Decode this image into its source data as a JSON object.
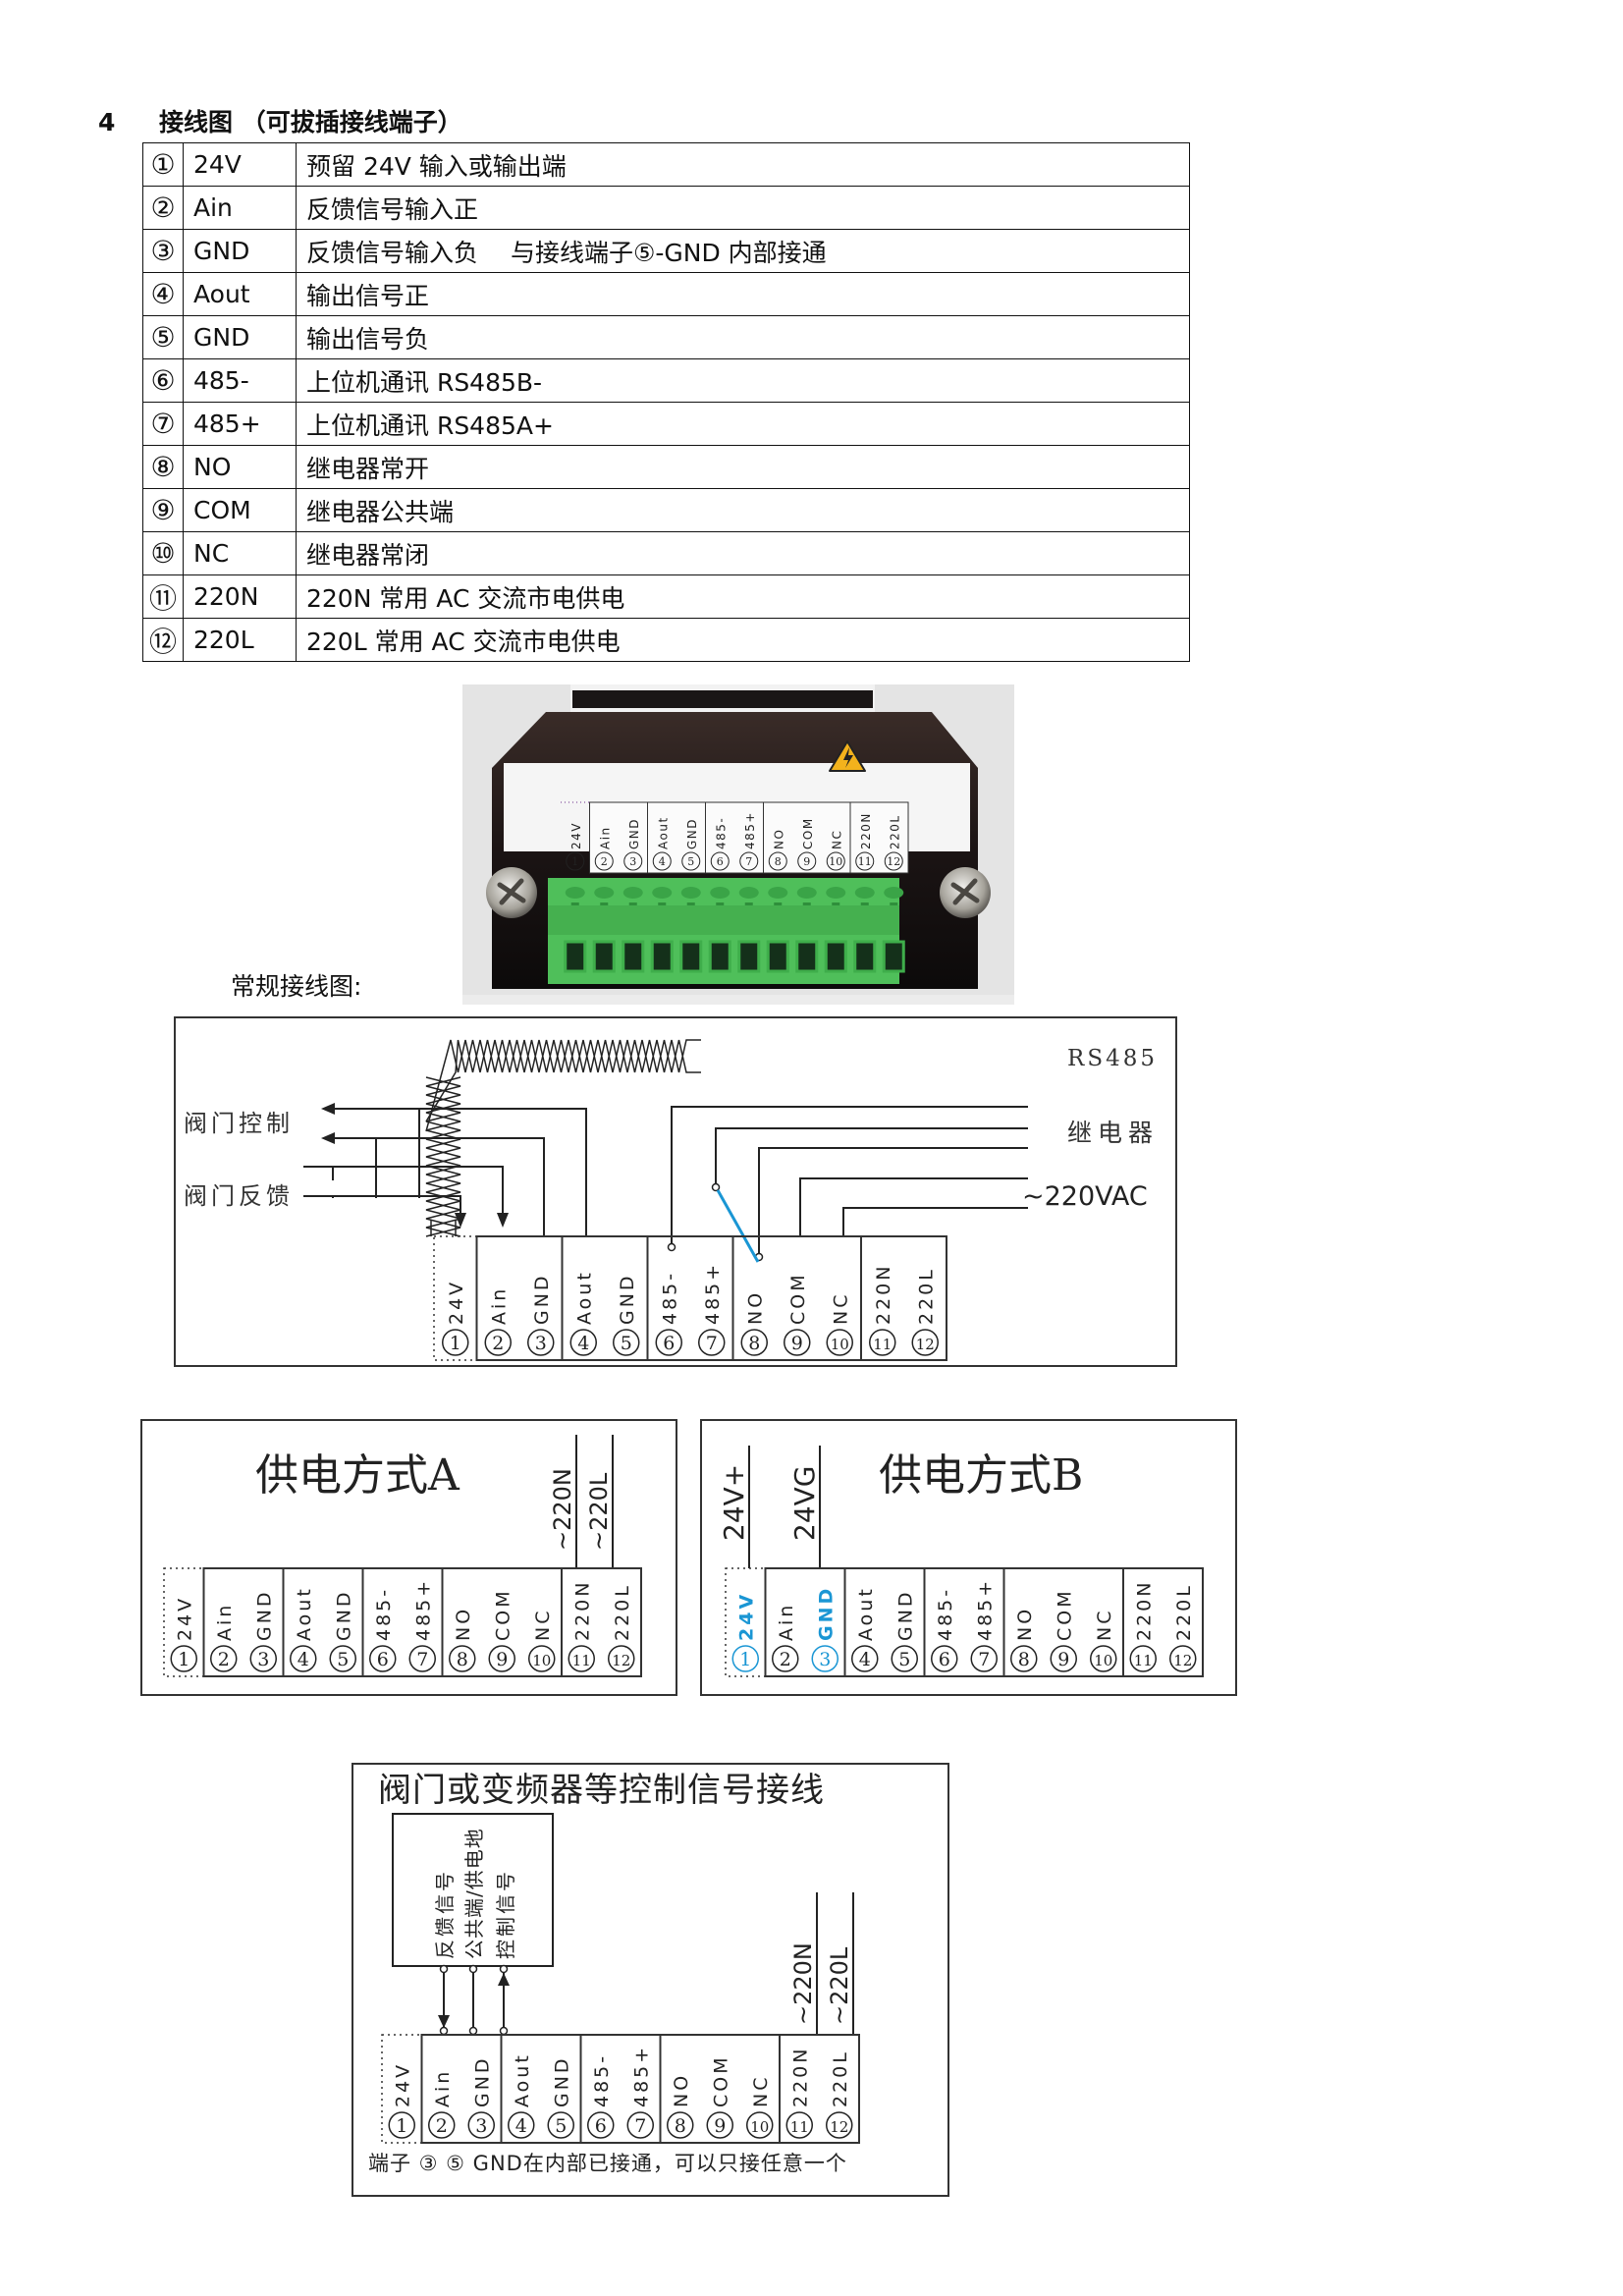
{
  "section": {
    "number": "4",
    "title": "接线图 （可拔插接线端子）"
  },
  "pin_table": {
    "rows": [
      {
        "num": "①",
        "name": "24V",
        "desc": "预留 24V 输入或输出端"
      },
      {
        "num": "②",
        "name": "Ain",
        "desc": "反馈信号输入正"
      },
      {
        "num": "③",
        "name": "GND",
        "desc": "反馈信号输入负　 与接线端子⑤-GND 内部接通"
      },
      {
        "num": "④",
        "name": "Aout",
        "desc": "输出信号正"
      },
      {
        "num": "⑤",
        "name": "GND",
        "desc": "输出信号负"
      },
      {
        "num": "⑥",
        "name": "485-",
        "desc": "上位机通讯 RS485B-"
      },
      {
        "num": "⑦",
        "name": "485+",
        "desc": "上位机通讯 RS485A+"
      },
      {
        "num": "⑧",
        "name": "NO",
        "desc": "继电器常开"
      },
      {
        "num": "⑨",
        "name": "COM",
        "desc": "继电器公共端"
      },
      {
        "num": "⑩",
        "name": "NC",
        "desc": "继电器常闭"
      },
      {
        "num": "⑪",
        "name": "220N",
        "desc": "220N 常用 AC 交流市电供电"
      },
      {
        "num": "⑫",
        "name": "220L",
        "desc": "220L 常用 AC 交流市电供电"
      }
    ]
  },
  "photo": {
    "terminal_labels": [
      "24V",
      "Ain",
      "GND",
      "Aout",
      "GND",
      "485-",
      "485+",
      "NO",
      "COM",
      "NC",
      "220N",
      "220L"
    ],
    "terminal_numbers": [
      "1",
      "2",
      "3",
      "4",
      "5",
      "6",
      "7",
      "8",
      "9",
      "10",
      "11",
      "12"
    ],
    "warning_icon": "high-voltage-warning",
    "connector_color": "#4fbf5a"
  },
  "caption": "常规接线图:",
  "terminals": {
    "labels": [
      "24V",
      "Ain",
      "GND",
      "Aout",
      "GND",
      "485-",
      "485+",
      "NO",
      "COM",
      "NC",
      "220N",
      "220L"
    ],
    "numbers": [
      "1",
      "2",
      "3",
      "4",
      "5",
      "6",
      "7",
      "8",
      "9",
      "10",
      "11",
      "12"
    ]
  },
  "diagram_standard": {
    "valve_control": "阀门控制",
    "valve_feedback": "阀门反馈",
    "rs485": "RS485",
    "relay": "继电器",
    "ac220": "~220VAC",
    "relay_link_color": "#1a96d4"
  },
  "diagram_power_a": {
    "title": "供电方式A",
    "wire_labels": [
      "~220N",
      "~220L"
    ]
  },
  "diagram_power_b": {
    "title": "供电方式B",
    "wire_labels": [
      "24V+",
      "24VG"
    ],
    "highlight_color": "#1a96d4"
  },
  "diagram_control": {
    "title": "阀门或变频器等控制信号接线",
    "device_signals": [
      "反馈信号",
      "公共端/供电地",
      "控制信号"
    ],
    "wire_labels": [
      "~220N",
      "~220L"
    ],
    "note": "端子 ③ ⑤ GND在内部已接通，可以只接任意一个"
  }
}
